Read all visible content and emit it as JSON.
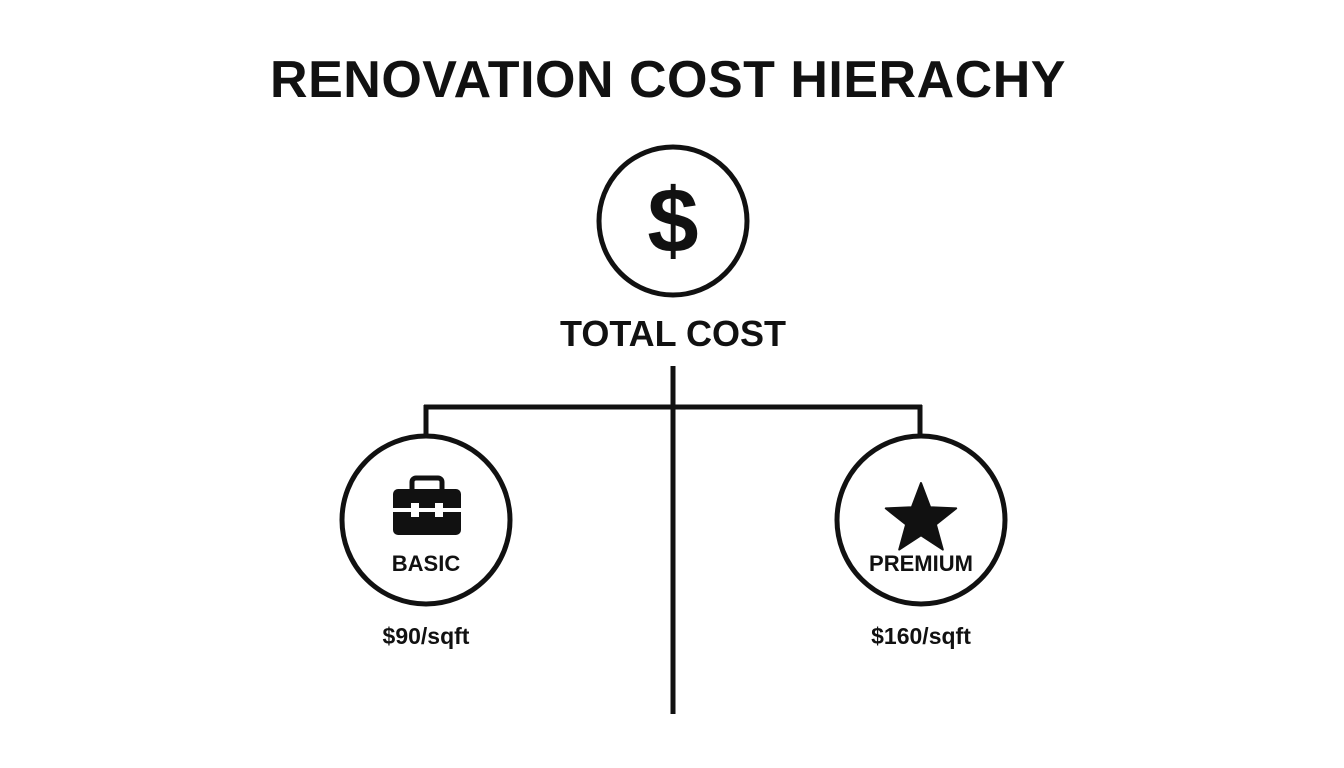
{
  "title": "RENOVATION COST HIERACHY",
  "root": {
    "label": "TOTAL COST",
    "icon": "dollar-sign-icon",
    "symbol": "$"
  },
  "children": [
    {
      "name": "BASIC",
      "price": "$90/sqft",
      "icon": "toolbox-icon"
    },
    {
      "name": "PREMIUM",
      "price": "$160/sqft",
      "icon": "star-icon"
    }
  ],
  "colors": {
    "stroke": "#111111",
    "background": "#ffffff"
  }
}
